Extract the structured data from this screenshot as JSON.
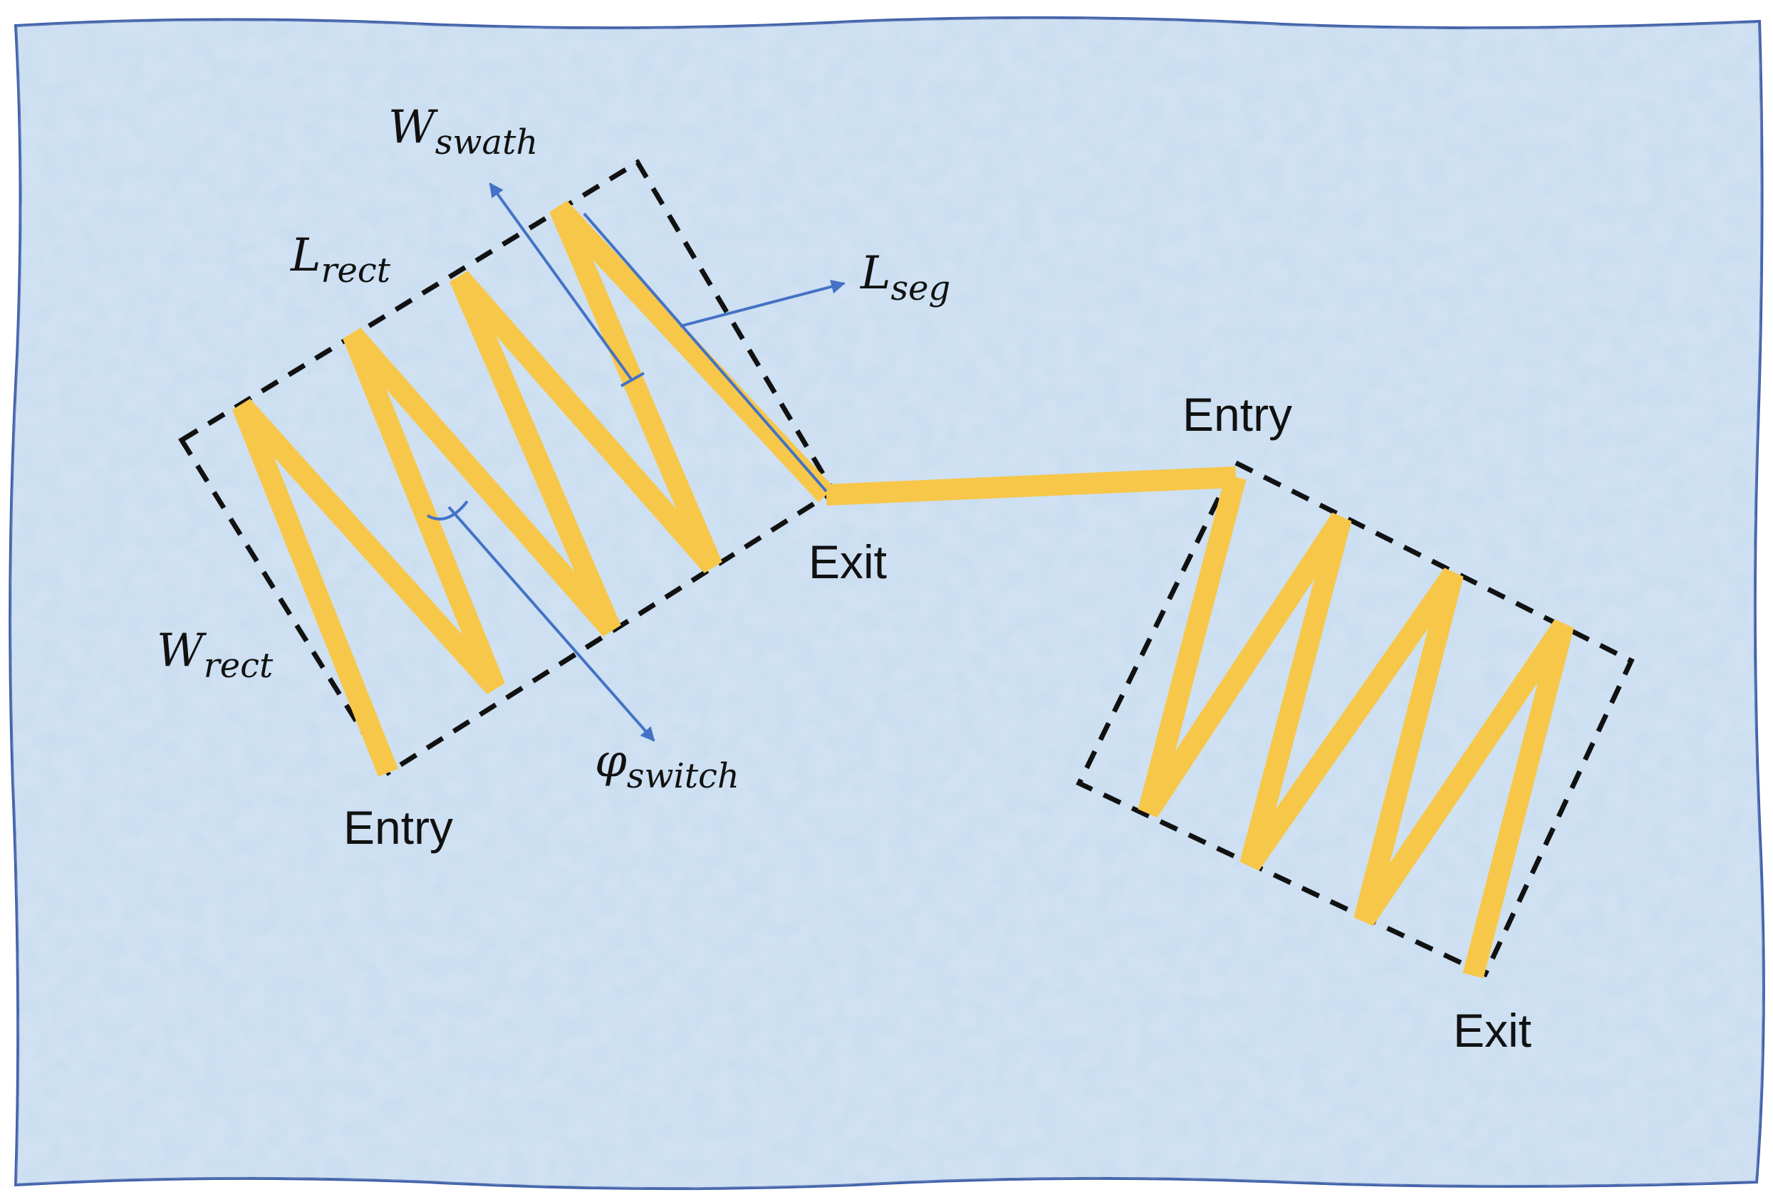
{
  "labels": {
    "w_swath": {
      "main": "W",
      "sub": "swath"
    },
    "l_rect": {
      "main": "L",
      "sub": "rect"
    },
    "l_seg": {
      "main": "L",
      "sub": "seg"
    },
    "w_rect": {
      "main": "W",
      "sub": "rect"
    },
    "phi_switch": {
      "main": "φ",
      "sub": "switch"
    },
    "entry_1": "Entry",
    "exit_1": "Exit",
    "entry_2": "Entry",
    "exit_2": "Exit"
  },
  "colors": {
    "background": "#c9ddf0",
    "coverage_path": "#f7c74a",
    "annotation_arrow": "#4472c4",
    "rectangle_outline": "#111111"
  }
}
